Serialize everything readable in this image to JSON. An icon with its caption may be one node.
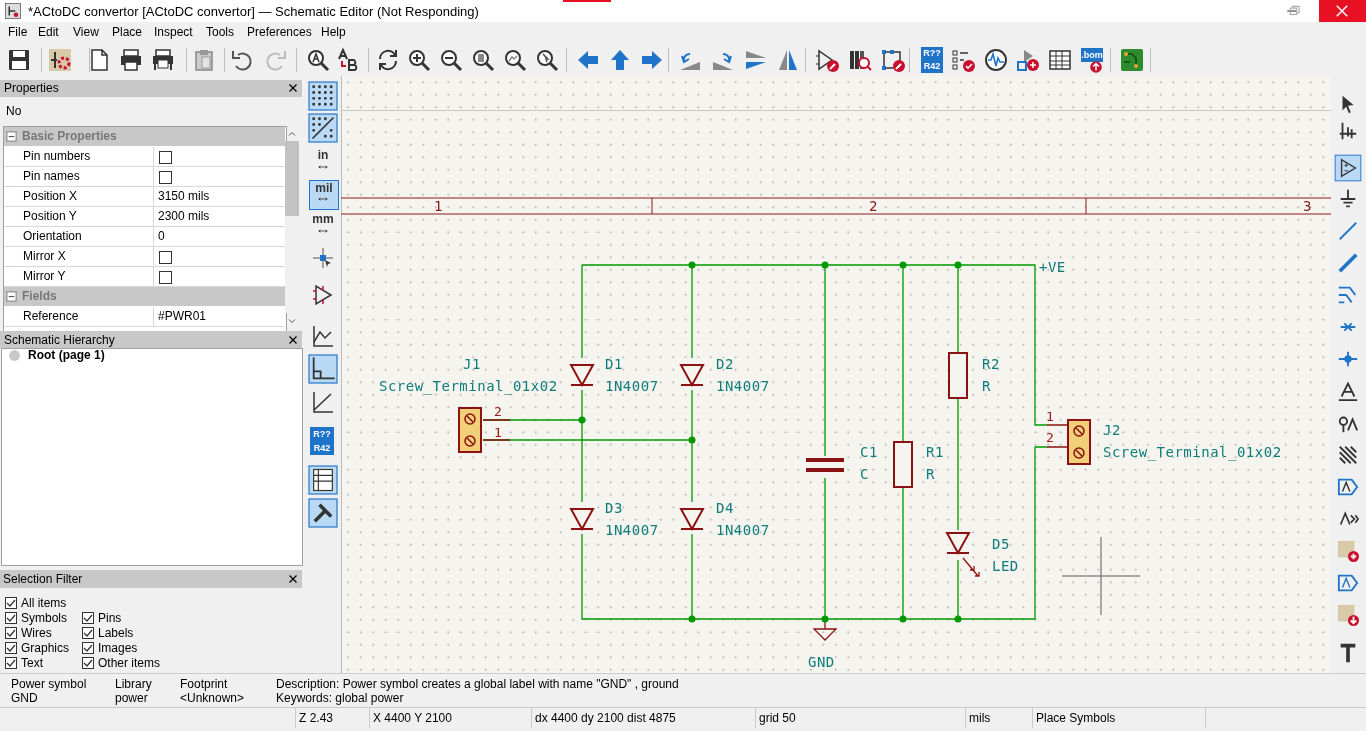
{
  "diagram": {
    "title": "*ACtoDC convertor [ACtoDC convertor] — Schematic Editor (Not Responding)",
    "labels": [
      "File",
      "Edit",
      "View",
      "Place",
      "Inspect",
      "Tools",
      "Preferences",
      "Help",
      "R??",
      "R42",
      ".bom",
      "Properties",
      "No",
      "Basic Properties",
      "Pin numbers",
      "Pin names",
      "Position X",
      "3150 mils",
      "Position Y",
      "2300 mils",
      "Orientation",
      "0",
      "Mirror X",
      "Mirror Y",
      "Fields",
      "Reference",
      "#PWR01",
      "Schematic Hierarchy",
      "Root (page 1)",
      "in",
      "mil",
      "mm",
      "R??",
      "R42",
      "1",
      "2",
      "3",
      "+VE",
      "J1",
      "Screw_Terminal_01x02",
      "D1",
      "1N4007",
      "D2",
      "1N4007",
      "R2",
      "R",
      "2",
      "1",
      "1",
      "J2",
      "2",
      "Screw_Terminal_01x02",
      "C1",
      "C",
      "R1",
      "R",
      "D3",
      "1N4007",
      "D4",
      "1N4007",
      "D5",
      "LED",
      "GND",
      "Selection Filter",
      "All items",
      "Symbols",
      "Pins",
      "Wires",
      "Labels",
      "Graphics",
      "Images",
      "Text",
      "Other items",
      "Power symbol",
      "GND",
      "Library",
      "power",
      "Footprint",
      "<Unknown>",
      "Description: Power symbol creates a global label with name \"GND\" , ground",
      "Keywords: global power",
      "Z 2.43",
      "X 4400 Y 2100",
      "dx 4400 dy 2100 dist 4875",
      "grid 50",
      "mils",
      "Place Symbols"
    ]
  }
}
